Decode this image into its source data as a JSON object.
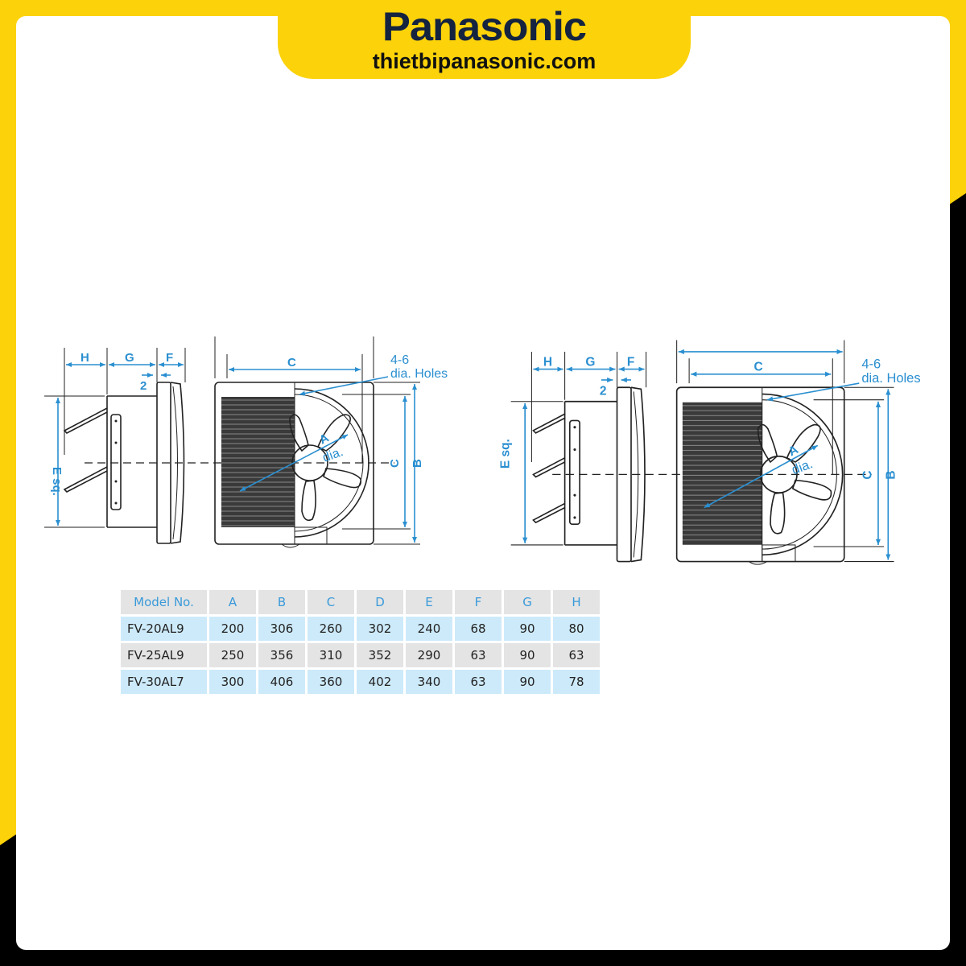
{
  "brand": {
    "logo": "Panasonic",
    "website": "thietbipanasonic.com"
  },
  "colors": {
    "yellow": "#fcd20a",
    "black": "#000000",
    "dimension_blue": "#2a8fd0",
    "row_blue": "#cdeafa",
    "row_gray": "#e4e4e4"
  },
  "diagram_labels": {
    "H": "H",
    "G": "G",
    "F": "F",
    "two": "2",
    "E_sq": "E sq.",
    "C_top": "C",
    "holes_line1": "4-6",
    "holes_line2": "dia. Holes",
    "A": "A",
    "dia": "dia.",
    "C_side": "C",
    "B": "B"
  },
  "table": {
    "headers": [
      "Model No.",
      "A",
      "B",
      "C",
      "D",
      "E",
      "F",
      "G",
      "H"
    ],
    "rows": [
      [
        "FV-20AL9",
        "200",
        "306",
        "260",
        "302",
        "240",
        "68",
        "90",
        "80"
      ],
      [
        "FV-25AL9",
        "250",
        "356",
        "310",
        "352",
        "290",
        "63",
        "90",
        "63"
      ],
      [
        "FV-30AL7",
        "300",
        "406",
        "360",
        "402",
        "340",
        "63",
        "90",
        "78"
      ]
    ]
  }
}
